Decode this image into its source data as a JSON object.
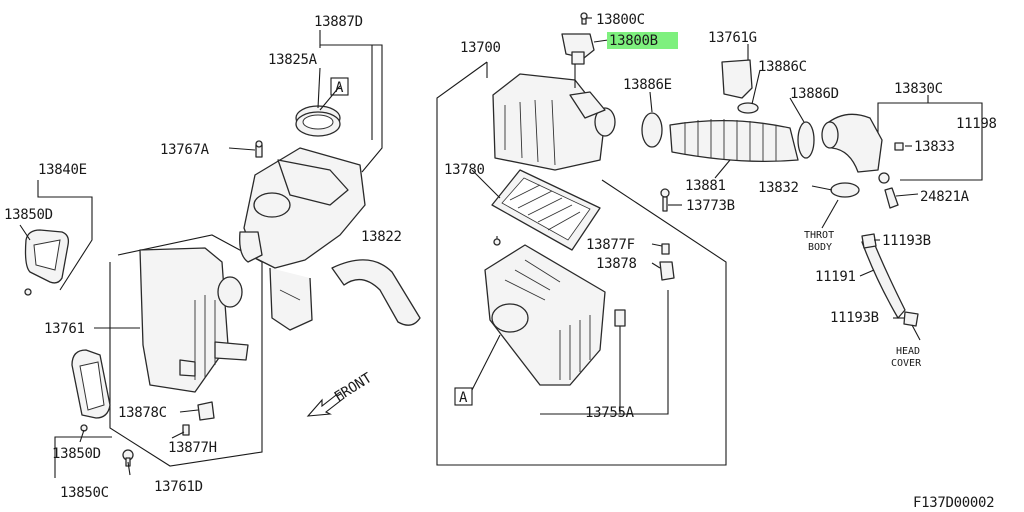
{
  "diagram_id": "F137D00002",
  "highlight_color": "#7ef07e",
  "callouts": {
    "p13887D": "13887D",
    "p13825A": "13825A",
    "p13767A": "13767A",
    "p13840E": "13840E",
    "p13850D_a": "13850D",
    "p13822": "13822",
    "p13761": "13761",
    "p13878C": "13878C",
    "p13877H": "13877H",
    "p13850D_b": "13850D",
    "p13850C": "13850C",
    "p13761D": "13761D",
    "p13700": "13700",
    "p13800C": "13800C",
    "p13800B": "13800B",
    "p13761G": "13761G",
    "p13886C": "13886C",
    "p13886E": "13886E",
    "p13886D": "13886D",
    "p13830C": "13830C",
    "p11198": "11198",
    "p13833": "13833",
    "p13780": "13780",
    "p13881": "13881",
    "p13832": "13832",
    "p24821A": "24821A",
    "p13773B": "13773B",
    "p13877F": "13877F",
    "p13878": "13878",
    "p11193B_a": "11193B",
    "p11191": "11191",
    "p11193B_b": "11193B",
    "p13755A": "13755A"
  },
  "ref_marker": "A",
  "front_label": "FRONT",
  "throt_body": [
    "THROT",
    "BODY"
  ],
  "head_cover": [
    "HEAD",
    "COVER"
  ],
  "icons": [
    "front-arrow-icon",
    "bolt-icon",
    "clamp-icon"
  ]
}
